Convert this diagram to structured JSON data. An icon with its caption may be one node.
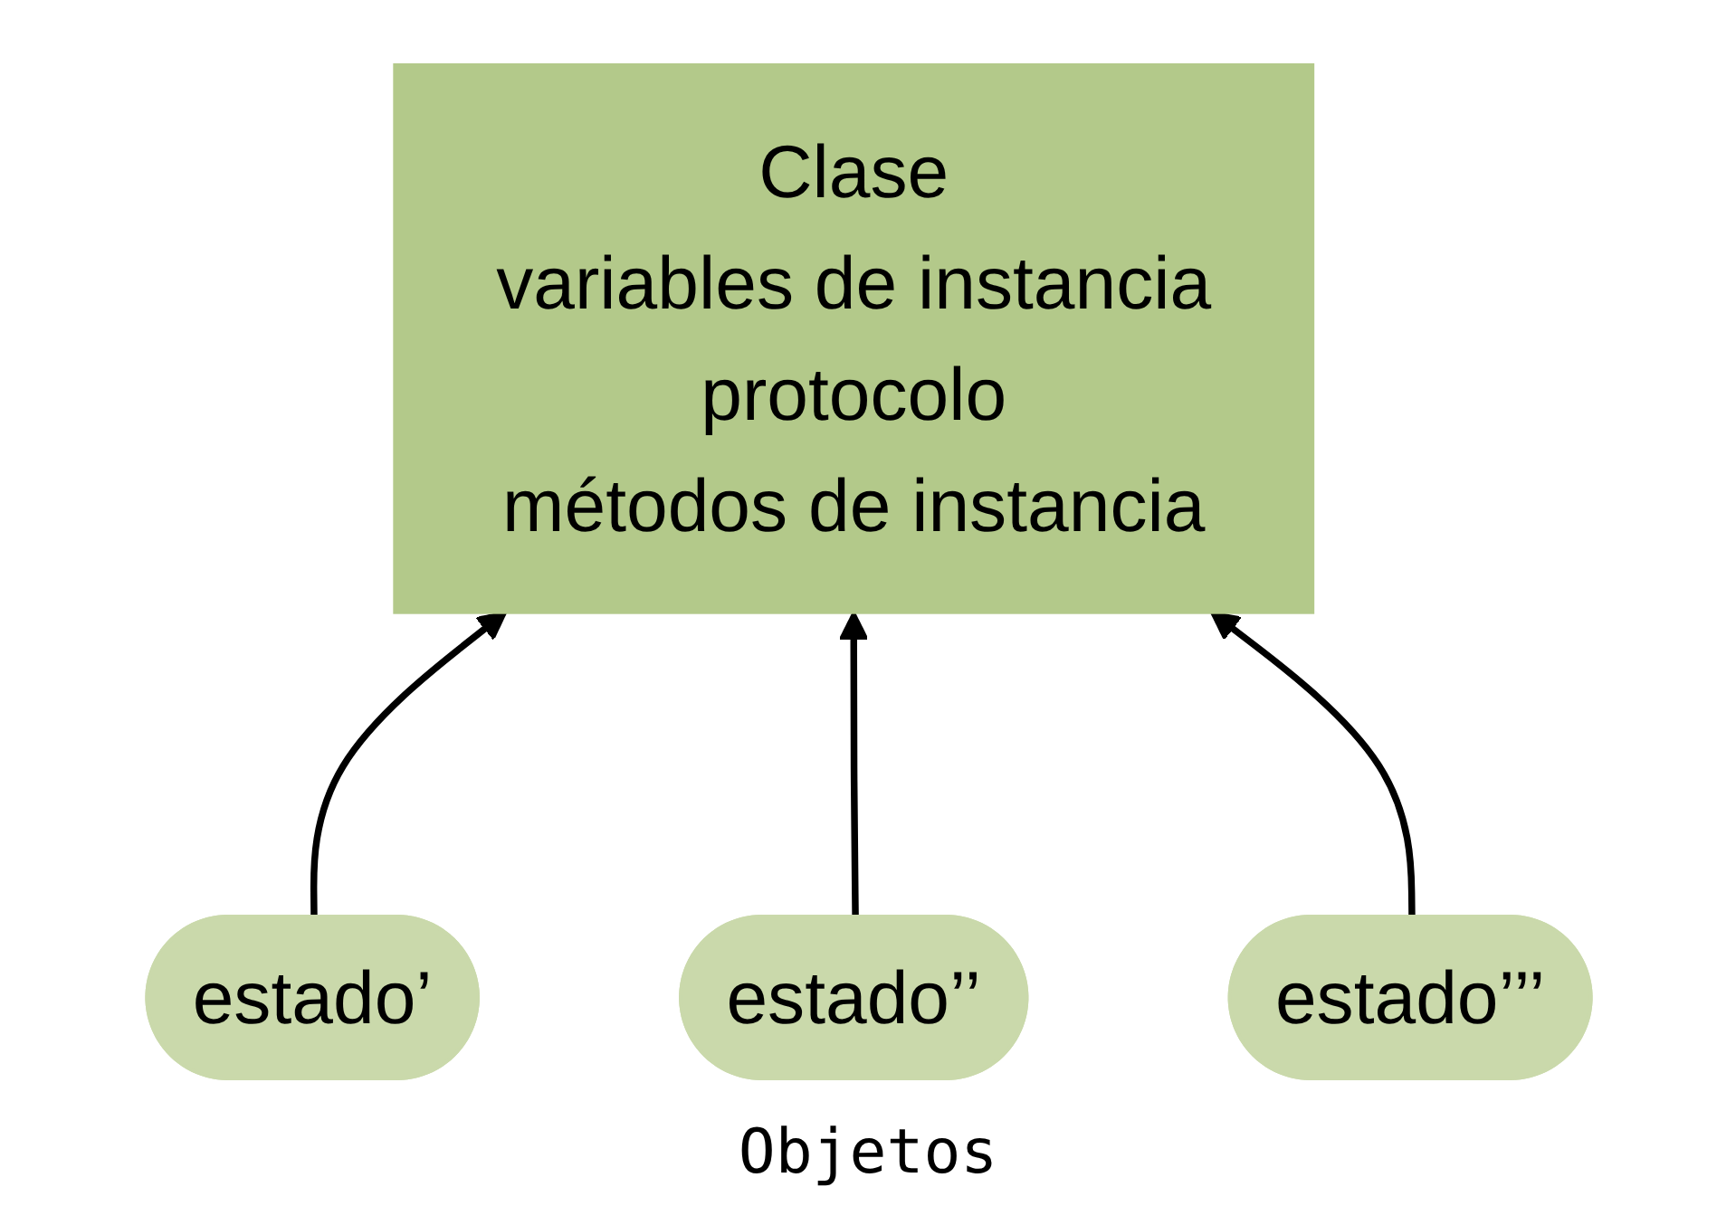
{
  "diagram": {
    "nodes": [
      {
        "text": [
          "Clase",
          "variables de instancia",
          "protocolo",
          "métodos de instancia"
        ]
      },
      {
        "text": [
          "estado’"
        ]
      },
      {
        "text": [
          "estado’’"
        ]
      },
      {
        "text": [
          "estado’’’"
        ]
      }
    ],
    "edges": [
      {
        "from": 1,
        "to": 0,
        "arrow": "to"
      },
      {
        "from": 2,
        "to": 0,
        "arrow": "to"
      },
      {
        "from": 3,
        "to": 0,
        "arrow": "to"
      }
    ],
    "labels": [
      "Objetos"
    ]
  }
}
